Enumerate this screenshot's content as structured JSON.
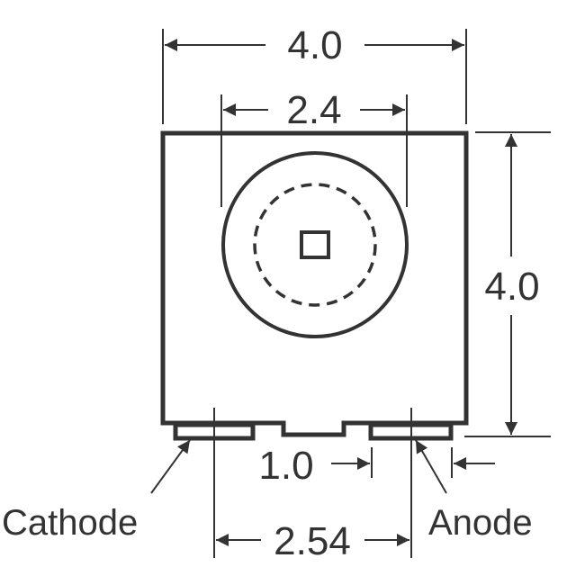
{
  "dimensions": {
    "width_top": "4.0",
    "lens_width": "2.4",
    "height_right": "4.0",
    "pad_gap": "1.0",
    "pad_pitch": "2.54"
  },
  "labels": {
    "cathode": "Cathode",
    "anode": "Anode"
  },
  "colors": {
    "line": "#333333",
    "background": "#ffffff"
  }
}
